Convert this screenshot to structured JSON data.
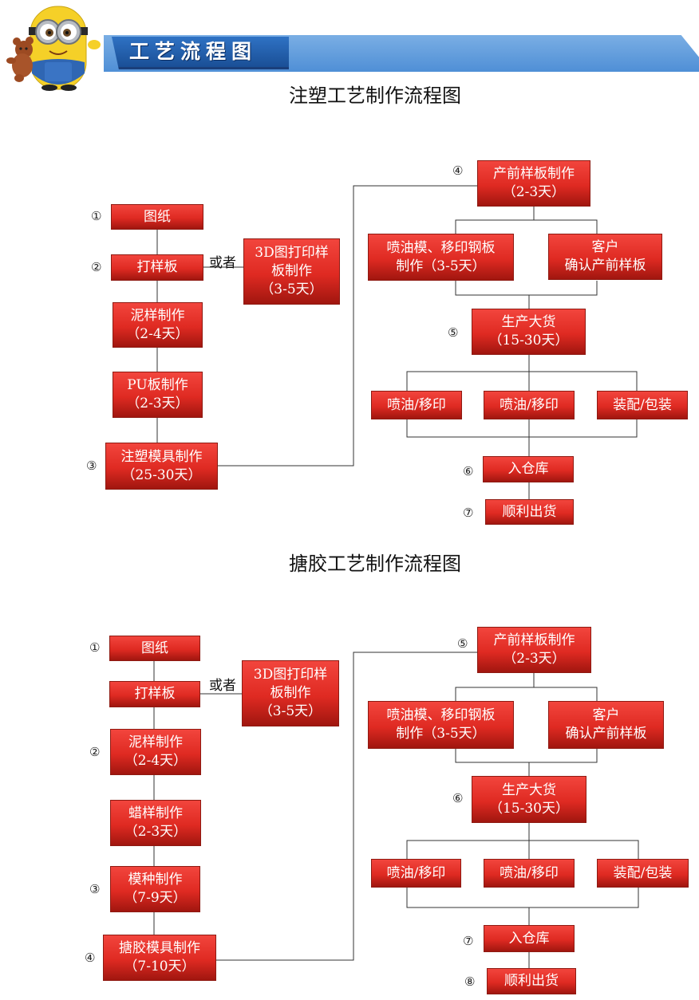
{
  "header": {
    "title": "工艺流程图"
  },
  "injection": {
    "title": "注塑工艺制作流程图",
    "or_label": "或者",
    "nodes": {
      "drawing": {
        "num": "①",
        "lines": [
          "图纸"
        ]
      },
      "sample": {
        "num": "②",
        "lines": [
          "打样板"
        ]
      },
      "print3d": {
        "lines": [
          "3D图打印样",
          "板制作",
          "（3-5天）"
        ]
      },
      "clay": {
        "lines": [
          "泥样制作",
          "（2-4天）"
        ]
      },
      "pu": {
        "lines": [
          "PU板制作",
          "（2-3天）"
        ]
      },
      "mold": {
        "num": "③",
        "lines": [
          "注塑模具制作",
          "（25-30天）"
        ]
      },
      "presample": {
        "num": "④",
        "lines": [
          "产前样板制作",
          "（2-3天）"
        ]
      },
      "spraymold": {
        "lines": [
          "喷油模、移印钢板",
          "制作（3-5天）"
        ]
      },
      "confirm": {
        "lines": [
          "客户",
          "确认产前样板"
        ]
      },
      "mass": {
        "num": "⑤",
        "lines": [
          "生产大货",
          "（15-30天）"
        ]
      },
      "spray1": {
        "lines": [
          "喷油/移印"
        ]
      },
      "spray2": {
        "lines": [
          "喷油/移印"
        ]
      },
      "assemble": {
        "lines": [
          "装配/包装"
        ]
      },
      "warehouse": {
        "num": "⑥",
        "lines": [
          "入仓库"
        ]
      },
      "ship": {
        "num": "⑦",
        "lines": [
          "顺利出货"
        ]
      }
    }
  },
  "slush": {
    "title": "搪胶工艺制作流程图",
    "or_label": "或者",
    "nodes": {
      "drawing": {
        "num": "①",
        "lines": [
          "图纸"
        ]
      },
      "sample": {
        "lines": [
          "打样板"
        ]
      },
      "print3d": {
        "lines": [
          "3D图打印样",
          "板制作",
          "（3-5天）"
        ]
      },
      "clay": {
        "num": "②",
        "lines": [
          "泥样制作",
          "（2-4天）"
        ]
      },
      "wax": {
        "lines": [
          "蜡样制作",
          "（2-3天）"
        ]
      },
      "seed": {
        "num": "③",
        "lines": [
          "模种制作",
          "（7-9天）"
        ]
      },
      "mold": {
        "num": "④",
        "lines": [
          "搪胶模具制作",
          "（7-10天）"
        ]
      },
      "presample": {
        "num": "⑤",
        "lines": [
          "产前样板制作",
          "（2-3天）"
        ]
      },
      "spraymold": {
        "lines": [
          "喷油模、移印钢板",
          "制作（3-5天）"
        ]
      },
      "confirm": {
        "lines": [
          "客户",
          "确认产前样板"
        ]
      },
      "mass": {
        "num": "⑥",
        "lines": [
          "生产大货",
          "（15-30天）"
        ]
      },
      "spray1": {
        "lines": [
          "喷油/移印"
        ]
      },
      "spray2": {
        "lines": [
          "喷油/移印"
        ]
      },
      "assemble": {
        "lines": [
          "装配/包装"
        ]
      },
      "warehouse": {
        "num": "⑦",
        "lines": [
          "入仓库"
        ]
      },
      "ship": {
        "num": "⑧",
        "lines": [
          "顺利出货"
        ]
      }
    }
  }
}
